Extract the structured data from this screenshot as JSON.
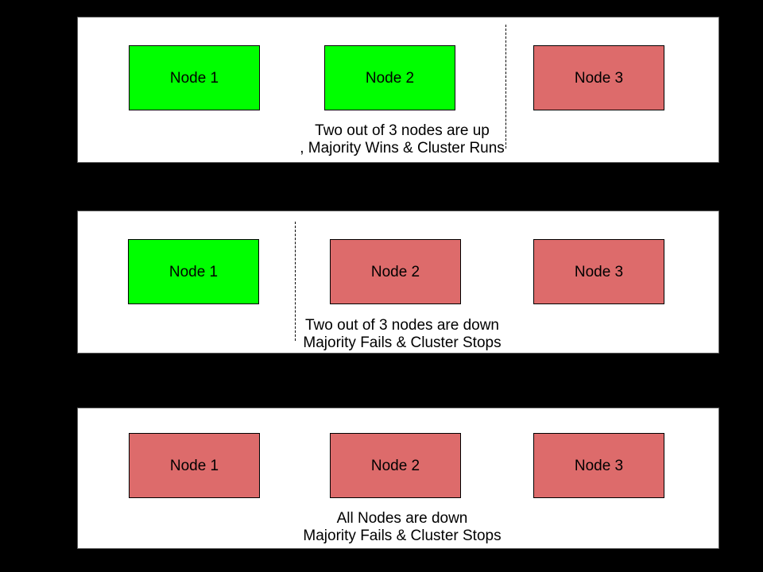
{
  "colors": {
    "background": "#000000",
    "panel_bg": "#ffffff",
    "panel_border": "#595959",
    "node_up": "#00ff00",
    "node_down": "#dd6b6b",
    "node_border": "#000000",
    "divider": "#000000",
    "text": "#000000"
  },
  "panels": [
    {
      "id": "majority-up",
      "nodes": [
        {
          "label": "Node 1",
          "status": "up"
        },
        {
          "label": "Node 2",
          "status": "up"
        },
        {
          "label": "Node 3",
          "status": "down"
        }
      ],
      "caption": {
        "line1": "Two out of 3 nodes are up",
        "line2": ", Majority Wins & Cluster Runs"
      },
      "divider": {
        "present": true,
        "location": "between Node 2 and Node 3"
      }
    },
    {
      "id": "majority-down",
      "nodes": [
        {
          "label": "Node 1",
          "status": "up"
        },
        {
          "label": "Node 2",
          "status": "down"
        },
        {
          "label": "Node 3",
          "status": "down"
        }
      ],
      "caption": {
        "line1": "Two out of 3 nodes are down",
        "line2": "Majority Fails & Cluster Stops"
      },
      "divider": {
        "present": true,
        "location": "between Node 1 and Node 2"
      }
    },
    {
      "id": "all-down",
      "nodes": [
        {
          "label": "Node 1",
          "status": "down"
        },
        {
          "label": "Node 2",
          "status": "down"
        },
        {
          "label": "Node 3",
          "status": "down"
        }
      ],
      "caption": {
        "line1": "All Nodes are down",
        "line2": "Majority Fails & Cluster Stops"
      },
      "divider": {
        "present": false,
        "location": ""
      }
    }
  ]
}
